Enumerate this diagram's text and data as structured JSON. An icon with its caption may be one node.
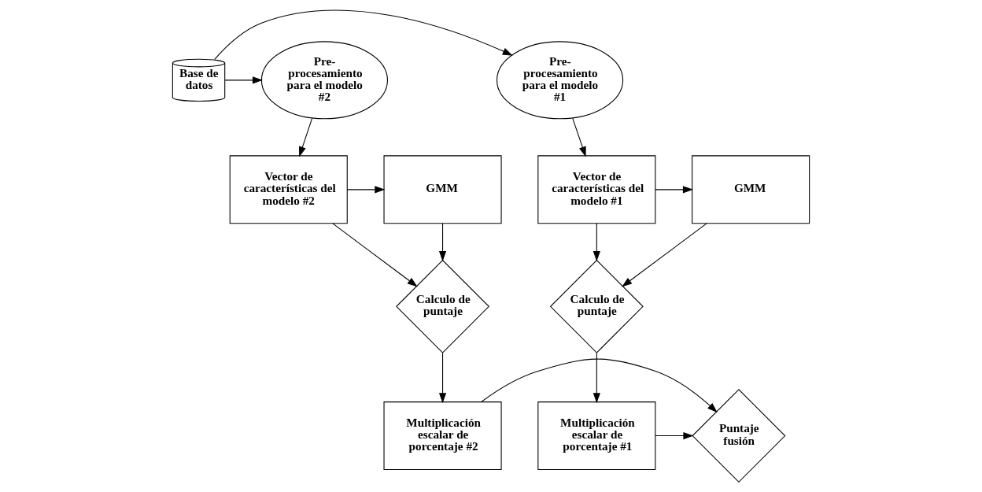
{
  "diagram": {
    "nodes": [
      {
        "text": [
          "Pre-procesamiento para el modelo #2"
        ]
      },
      {
        "text": [
          "Base de datos"
        ]
      },
      {
        "text": [
          "Pre-procesamiento para el modelo #1"
        ]
      },
      {
        "text": [
          "GMM"
        ]
      },
      {
        "text": [
          "Vector de características del modelo #2"
        ]
      },
      {
        "text": [
          "Vector de características del modelo #1"
        ]
      },
      {
        "text": [
          "GMM"
        ]
      },
      {
        "text": [
          "Calculo de puntaje"
        ]
      },
      {
        "text": [
          "Calculo de puntaje"
        ]
      },
      {
        "text": [
          "Multiplicación escalar de porcentaje #2"
        ]
      },
      {
        "text": [
          "Puntaje fusión"
        ]
      },
      {
        "text": [
          "Multiplicación escalar de porcentaje #1"
        ]
      }
    ],
    "edges": [
      {
        "from": 1,
        "to": 0,
        "arrow": "to"
      },
      {
        "from": 1,
        "to": 2,
        "arrow": "to"
      },
      {
        "from": 0,
        "to": 4,
        "arrow": "to"
      },
      {
        "from": 2,
        "to": 5,
        "arrow": "to"
      },
      {
        "from": 4,
        "to": 3,
        "arrow": "to"
      },
      {
        "from": 5,
        "to": 6,
        "arrow": "to"
      },
      {
        "from": 3,
        "to": 7,
        "arrow": "to"
      },
      {
        "from": 4,
        "to": 7,
        "arrow": "to"
      },
      {
        "from": 5,
        "to": 8,
        "arrow": "to"
      },
      {
        "from": 6,
        "to": 8,
        "arrow": "to"
      },
      {
        "from": 7,
        "to": 9,
        "arrow": "to"
      },
      {
        "from": 8,
        "to": 11,
        "arrow": "to"
      },
      {
        "from": 9,
        "to": 10,
        "arrow": "to"
      },
      {
        "from": 11,
        "to": 10,
        "arrow": "to"
      }
    ]
  }
}
